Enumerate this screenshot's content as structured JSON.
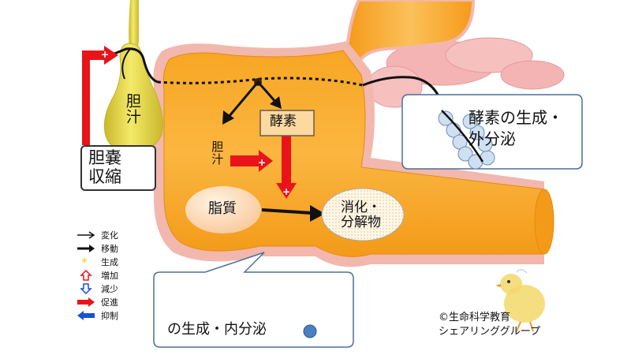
{
  "organs": {
    "gallbladder_label": "胆汁",
    "bile_duct_label": "胆汁",
    "gallbladder_contraction_label": "胆嚢\n収縮",
    "enzyme_box_label": "酵素",
    "fat_label": "脂質",
    "digest_label": "消化・\n分解物",
    "pancreas_callout": "酵素の生成・\n外分泌",
    "endocrine_callout": "の生成・内分泌"
  },
  "legend": [
    {
      "label": "変化",
      "icon": "thin-arrow-right"
    },
    {
      "label": "移動",
      "icon": "bold-arrow-right"
    },
    {
      "label": "生成",
      "icon": "yellow-star"
    },
    {
      "label": "増加",
      "icon": "red-outline-arrow-up"
    },
    {
      "label": "減少",
      "icon": "blue-outline-arrow-down"
    },
    {
      "label": "促進",
      "icon": "red-filled-arrow-right"
    },
    {
      "label": "抑制",
      "icon": "blue-filled-arrow-left"
    }
  ],
  "credit": {
    "line1": "©生命科学教育",
    "line2": "シェアリンググループ"
  },
  "colors": {
    "duodenum_fill": "#f5a020",
    "duodenum_wall": "#f2b7ad",
    "gallbladder": "#e9dc55",
    "pancreas": "#f4b4b4",
    "promote_red": "#e8141a",
    "inhibit_blue": "#1a4fd6",
    "callout_border": "#4a6f9a",
    "hormone_dot": "#4a7fc0"
  }
}
